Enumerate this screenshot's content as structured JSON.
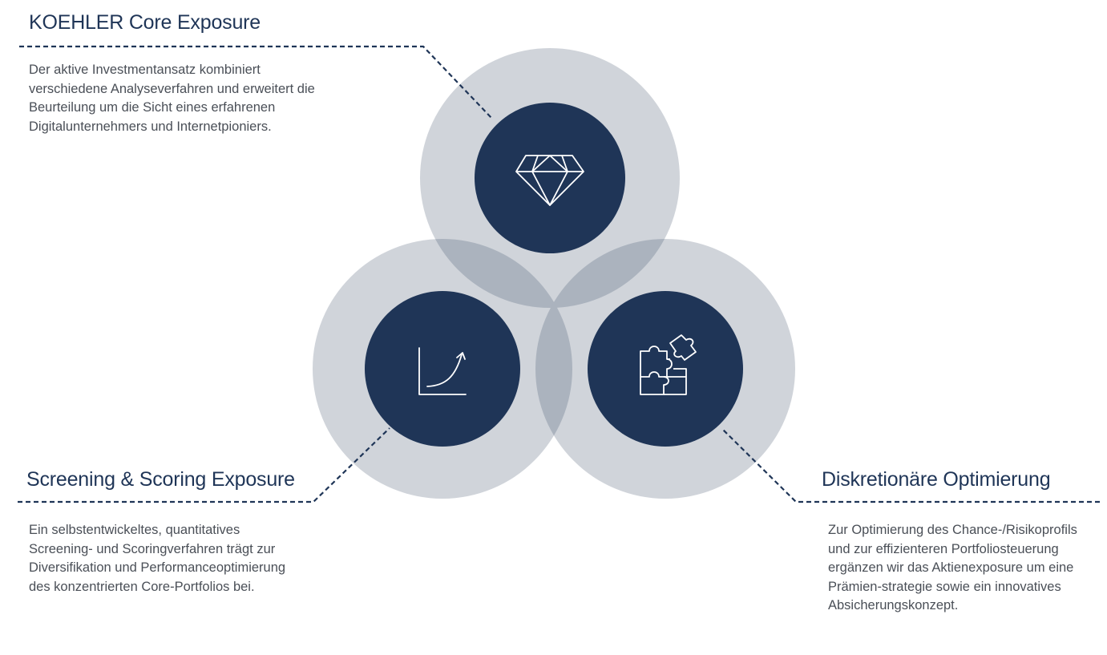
{
  "colors": {
    "navy": "#1f3557",
    "outer_circle": "#d0d4da",
    "overlap": "#aab2bd",
    "text": "#4a4f57"
  },
  "sections": {
    "core": {
      "title": "KOEHLER Core Exposure",
      "text": "Der aktive Investmentansatz kombiniert verschiedene Analyseverfahren und erweitert die Beurteilung um die Sicht eines erfahrenen Digitalunternehmers und Internetpioniers.",
      "icon": "diamond-icon"
    },
    "screening": {
      "title": "Screening & Scoring Exposure",
      "text": "Ein selbstentwickeltes, quantitatives Screening- und Scoringverfahren trägt zur Diversifikation und Performanceoptimierung des konzentrierten Core-Portfolios bei.",
      "icon": "growth-chart-icon"
    },
    "discretionary": {
      "title": "Diskretionäre Optimierung",
      "text": "Zur Optimierung des Chance-/Risikoprofils und zur effizienteren Portfoliosteuerung ergänzen wir das Aktienexposure um eine Prämien-strategie sowie ein innovatives Absicherungskonzept.",
      "icon": "puzzle-icon"
    }
  }
}
